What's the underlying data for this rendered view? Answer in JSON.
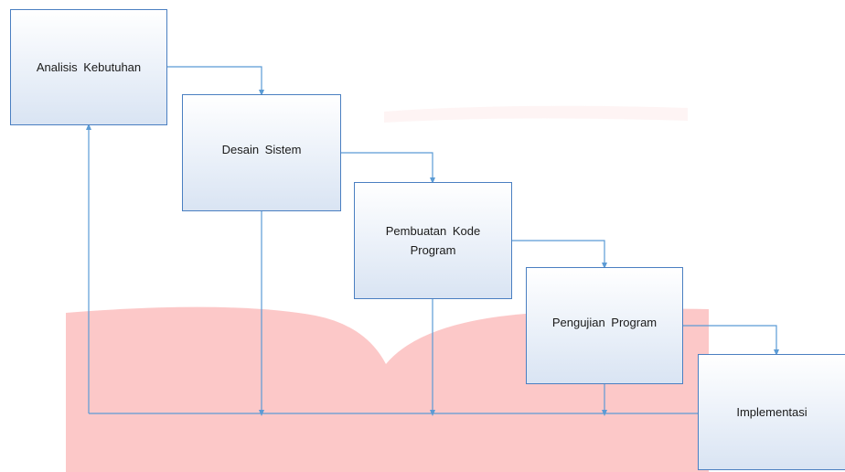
{
  "steps": {
    "analisis": "Analisis Kebutuhan",
    "desain": "Desain Sistem",
    "pembuatan": "Pembuatan Kode Program",
    "pengujian": "Pengujian Program",
    "implementasi": "Implementasi"
  },
  "colors": {
    "line": "#5b9bd5",
    "box_border": "#4a7fc1",
    "watermark": "#fcc8c8"
  }
}
